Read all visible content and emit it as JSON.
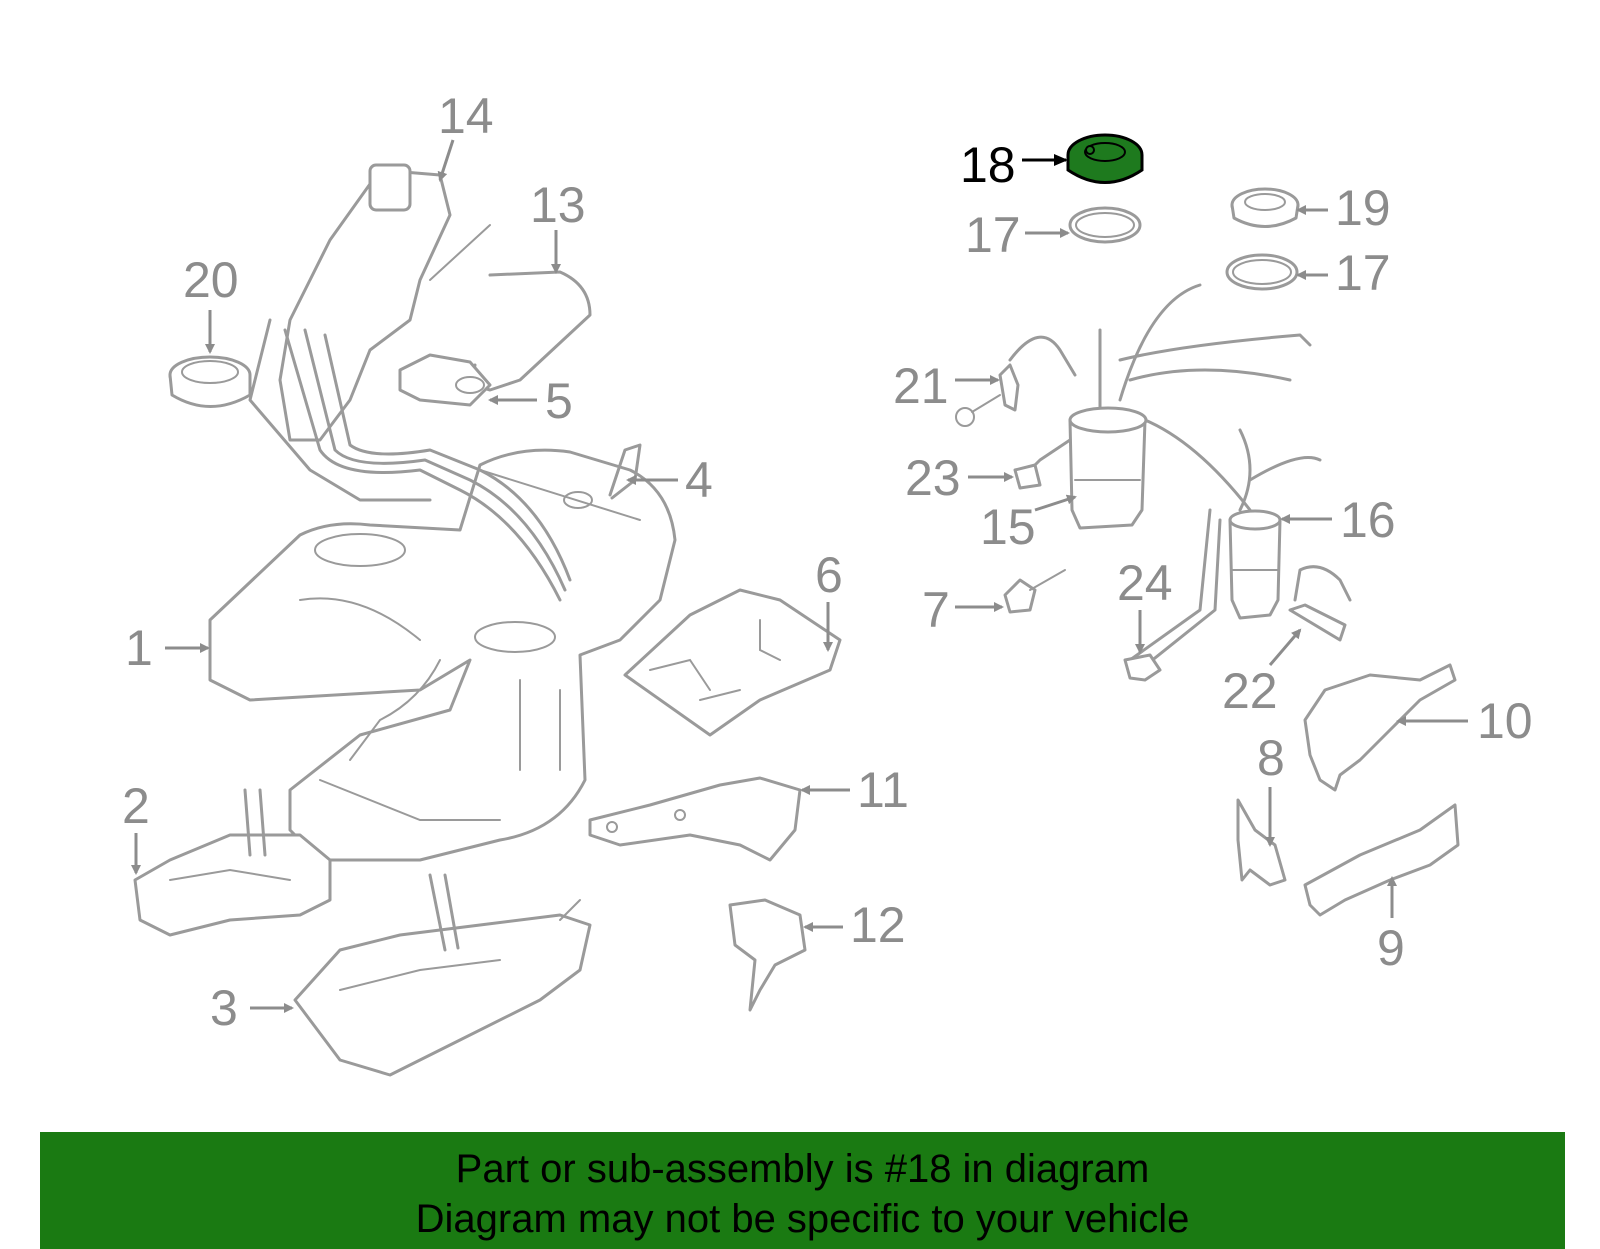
{
  "highlight_color": "#1a7a12",
  "callouts": {
    "c1": "1",
    "c2": "2",
    "c3": "3",
    "c4": "4",
    "c5": "5",
    "c6": "6",
    "c7": "7",
    "c8": "8",
    "c9": "9",
    "c10": "10",
    "c11": "11",
    "c12": "12",
    "c13": "13",
    "c14": "14",
    "c15": "15",
    "c16": "16",
    "c17a": "17",
    "c17b": "17",
    "c18": "18",
    "c19": "19",
    "c20": "20",
    "c21": "21",
    "c22": "22",
    "c23": "23",
    "c24": "24"
  },
  "highlighted_part": "18",
  "banner": {
    "line1": "Part or sub-assembly is #18 in diagram",
    "line2": "Diagram may not be specific to your vehicle"
  }
}
